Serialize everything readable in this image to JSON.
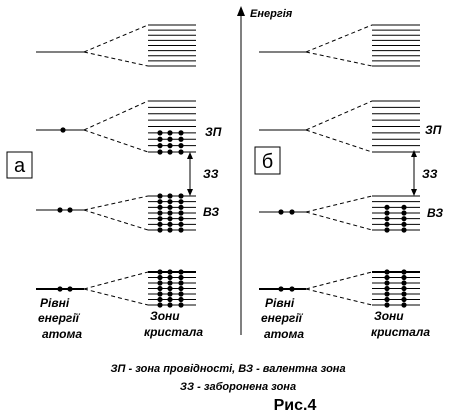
{
  "axis": {
    "label": "Енергія"
  },
  "panels": [
    {
      "id": "a",
      "label": "а",
      "labels": {
        "conduction": "ЗП",
        "gap": "ЗЗ",
        "valence": "ВЗ",
        "atom_levels": [
          "Рівні",
          "енергії",
          "атома"
        ],
        "crystal_zones": [
          "Зони",
          "кристала"
        ]
      },
      "groups": [
        {
          "atom_electrons": 0,
          "lines": 9,
          "filled_rows": []
        },
        {
          "atom_electrons": 1,
          "lines": 9,
          "filled_rows": [
            5,
            6,
            7,
            8
          ]
        },
        {
          "atom_electrons": 2,
          "lines": 7,
          "filled_rows": [
            0,
            1,
            2,
            3,
            4,
            5,
            6
          ]
        },
        {
          "atom_electrons": 2,
          "lines": 7,
          "filled_rows": [
            0,
            1,
            2,
            3,
            4,
            5,
            6
          ]
        }
      ]
    },
    {
      "id": "b",
      "label": "б",
      "labels": {
        "conduction": "ЗП",
        "gap": "ЗЗ",
        "valence": "ВЗ",
        "atom_levels": [
          "Рівні",
          "енергії",
          "атома"
        ],
        "crystal_zones": [
          "Зони",
          "кристала"
        ]
      },
      "groups": [
        {
          "atom_electrons": 0,
          "lines": 9,
          "filled_rows": []
        },
        {
          "atom_electrons": 0,
          "lines": 9,
          "filled_rows": []
        },
        {
          "atom_electrons": 2,
          "lines": 7,
          "filled_rows": [
            2,
            3,
            4,
            5,
            6
          ]
        },
        {
          "atom_electrons": 2,
          "lines": 7,
          "filled_rows": [
            0,
            1,
            2,
            3,
            4,
            5,
            6
          ]
        }
      ]
    }
  ],
  "caption": {
    "line1": "ЗП - зона провідності, ВЗ - валентна зона",
    "line2": "ЗЗ - заборонена зона"
  },
  "figure_number": "Рис.4"
}
